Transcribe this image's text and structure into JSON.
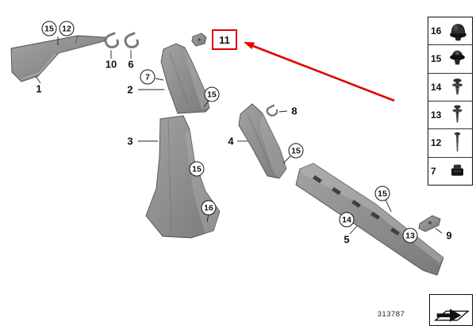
{
  "diagram": {
    "part_number": "313787",
    "accent_color": "#e10000",
    "highlight": {
      "label": "11"
    },
    "labels": {
      "l1": "1",
      "l2": "2",
      "l3": "3",
      "l4": "4",
      "l5": "5",
      "l6": "6",
      "l8": "8",
      "l9": "9",
      "l10": "10"
    },
    "callouts": {
      "c15a": "15",
      "c12": "12",
      "c7": "7",
      "c15b": "15",
      "c15c": "15",
      "c16": "16",
      "c15d": "15",
      "c14": "14",
      "c15e": "15",
      "c13": "13"
    },
    "legend": {
      "items": [
        {
          "num": "16",
          "icon": "grommet-dome-icon"
        },
        {
          "num": "15",
          "icon": "grommet-icon"
        },
        {
          "num": "14",
          "icon": "screw-short-icon"
        },
        {
          "num": "13",
          "icon": "screw-icon"
        },
        {
          "num": "12",
          "icon": "screw-long-icon"
        },
        {
          "num": "7",
          "icon": "clip-cap-icon"
        }
      ]
    }
  }
}
